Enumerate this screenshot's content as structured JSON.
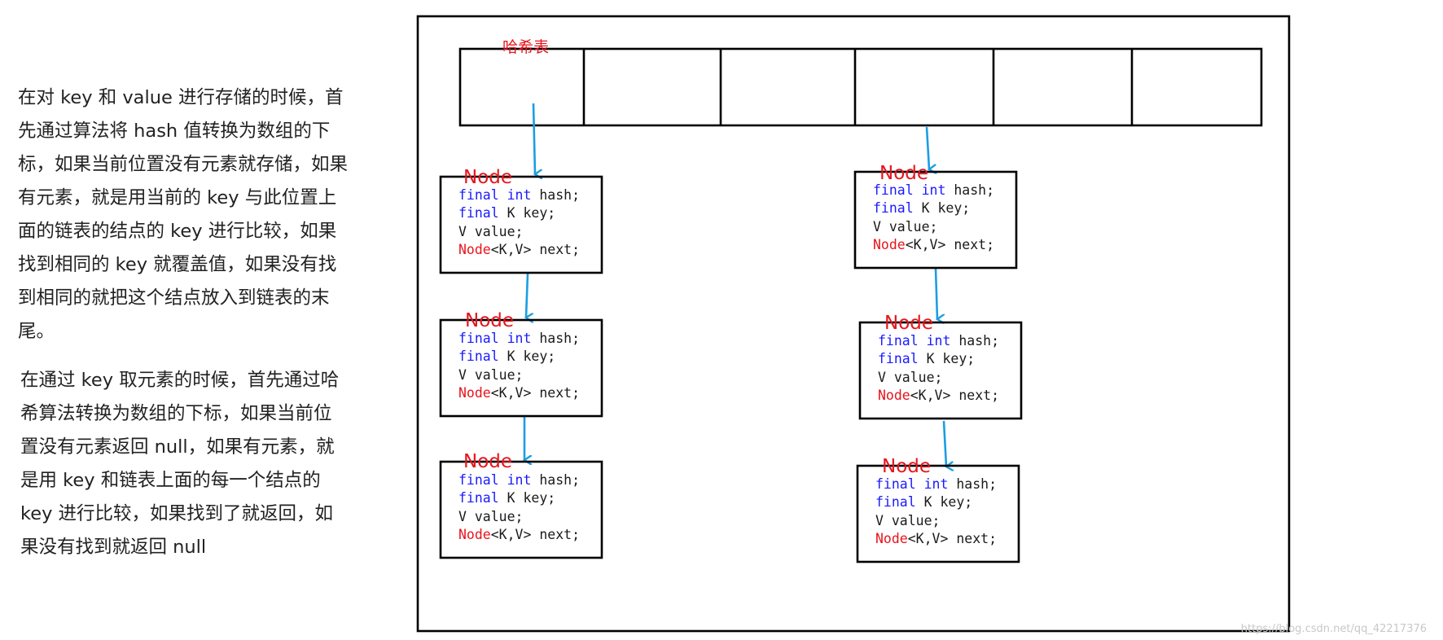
{
  "description": {
    "paragraph1": [
      "在对 key 和 value 进行存储的时候，首",
      "先通过算法将 hash 值转换为数组的下",
      "标，如果当前位置没有元素就存储，如果",
      "有元素，就是用当前的 key 与此位置上",
      "面的链表的结点的 key 进行比较，如果",
      "找到相同的 key 就覆盖值，如果没有找",
      "到相同的就把这个结点放入到链表的末",
      "尾。"
    ],
    "paragraph2": [
      "在通过 key 取元素的时候，首先通过哈",
      "希算法转换为数组的下标，如果当前位",
      "置没有元素返回 null，如果有元素，就",
      "是用 key 和链表上面的每一个结点的",
      "key 进行比较，如果找到了就返回，如",
      "果没有找到就返回 null"
    ]
  },
  "diagram": {
    "hash_table_label": "哈希表",
    "bucket_count": 6,
    "node": {
      "label": "Node",
      "fields": [
        {
          "kw1": "final",
          "kw2": "int",
          "rest": " hash;"
        },
        {
          "kw1": "final",
          "kw2": "",
          "rest": " K key;"
        },
        {
          "kw1": "",
          "kw2": "",
          "rest": "V value;"
        },
        {
          "red": "Node",
          "rest": "<K,V> next;"
        }
      ]
    },
    "colors": {
      "border": "#000000",
      "arrow": "#1b9ee2",
      "node_label": "#e8141c",
      "keyword": "#1a1aff"
    }
  },
  "watermark": "https://blog.csdn.net/qq_42217376"
}
